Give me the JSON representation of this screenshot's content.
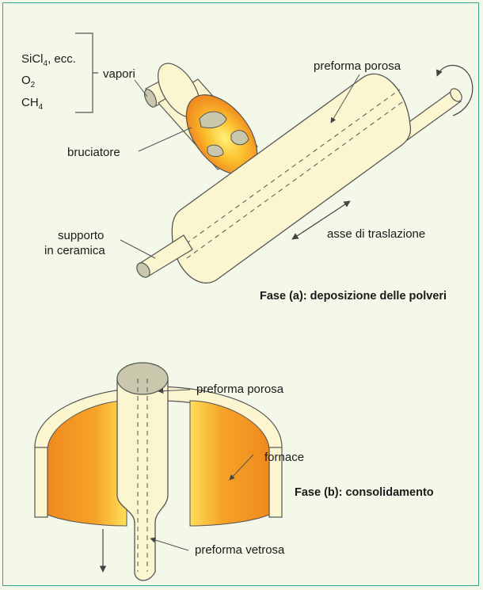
{
  "labels": {
    "sicl4_base": "SiCl",
    "sicl4_sub": "4",
    "sicl4_tail": ", ecc.",
    "o2_base": "O",
    "o2_sub": "2",
    "ch4_base": "CH",
    "ch4_sub": "4",
    "vapori": "vapori",
    "bruciatore": "bruciatore",
    "preforma_porosa_a": "preforma porosa",
    "supporto": "supporto",
    "in_ceramica": "in ceramica",
    "asse_di_traslazione": "asse di traslazione",
    "fase_a": "Fase (a): deposizione delle polveri",
    "preforma_porosa_b": "preforma porosa",
    "fornace": "fornace",
    "fase_b": "Fase (b): consolidamento",
    "preforma_vetrosa": "preforma vetrosa"
  },
  "colors": {
    "frame": "#3aa58a",
    "background": "#f4f8e8",
    "cream": "#fbf6d0",
    "grey_cap": "#c9c7ac",
    "flame_orange": "#f08a1e",
    "flame_yellow": "#fff16a"
  }
}
